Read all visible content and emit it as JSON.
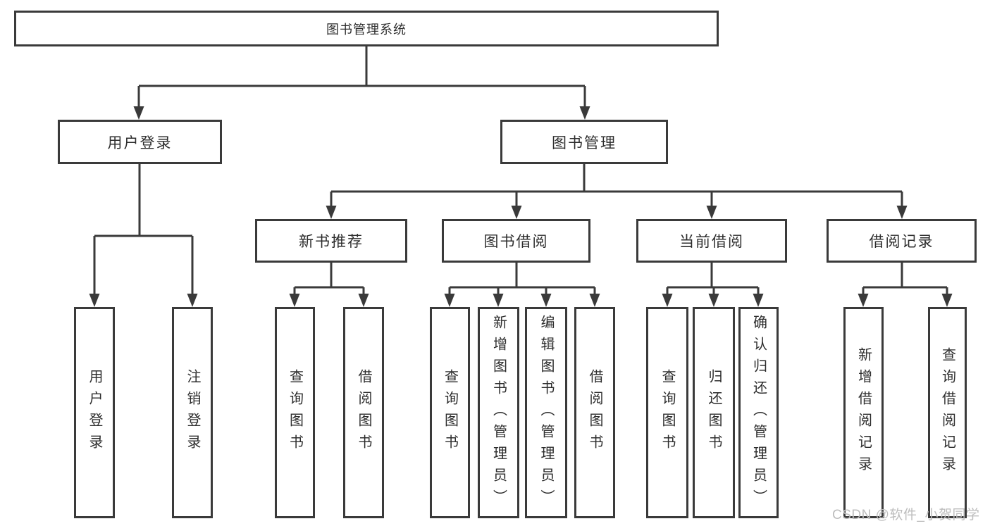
{
  "tree": {
    "label": "图书管理系统",
    "children": [
      {
        "label": "用户登录",
        "children": [
          {
            "label": "用户登录"
          },
          {
            "label": "注销登录"
          }
        ]
      },
      {
        "label": "图书管理",
        "children": [
          {
            "label": "新书推荐",
            "children": [
              {
                "label": "查询图书"
              },
              {
                "label": "借阅图书"
              }
            ]
          },
          {
            "label": "图书借阅",
            "children": [
              {
                "label": "查询图书"
              },
              {
                "label": "新增图书（管理员）"
              },
              {
                "label": "编辑图书（管理员）"
              },
              {
                "label": "借阅图书"
              }
            ]
          },
          {
            "label": "当前借阅",
            "children": [
              {
                "label": "查询图书"
              },
              {
                "label": "归还图书"
              },
              {
                "label": "确认归还（管理员）"
              }
            ]
          },
          {
            "label": "借阅记录",
            "children": [
              {
                "label": "新增借阅记录"
              },
              {
                "label": "查询借阅记录"
              }
            ]
          }
        ]
      }
    ]
  },
  "watermark": {
    "text": "CSDN @软件_小贺同学"
  },
  "colors": {
    "line": "#3a3a3a",
    "text": "#2d2d2d",
    "watermark": "#bdbdbd",
    "background": "#ffffff"
  }
}
